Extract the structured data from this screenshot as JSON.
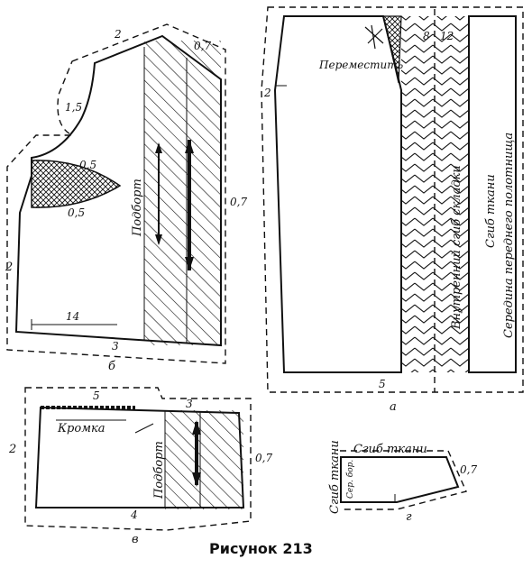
{
  "caption": "Рисунок 213",
  "panel_a": {
    "letter": "а",
    "move_label": "Переместить",
    "pleat_label": "Внутренний сгиб складки",
    "fold_label": "Сгиб ткани",
    "center_label": "Середина переднего полотнища",
    "dim_8": "8",
    "dim_12": "12",
    "dim_2": "2",
    "dim_5": "5"
  },
  "panel_b": {
    "letter": "б",
    "facing_label": "Подборт",
    "dim_2_top": "2",
    "dim_07_top": "0,7",
    "dim_15": "1,5",
    "dim_05_a": "0,5",
    "dim_05_b": "0,5",
    "dim_07_side": "0,7",
    "dim_2_side": "2",
    "dim_14": "14",
    "dim_3": "3"
  },
  "panel_v": {
    "letter": "в",
    "edge_label": "Кромка",
    "facing_label": "Подборт",
    "dim_5": "5",
    "dim_3": "3",
    "dim_2": "2",
    "dim_07": "0,7",
    "dim_4": "4"
  },
  "panel_g": {
    "letter": "г",
    "fold_top": "Сгиб ткани",
    "fold_left": "Сгиб ткани",
    "mid_label": "Сер. бор.",
    "dim_07": "0,7"
  }
}
